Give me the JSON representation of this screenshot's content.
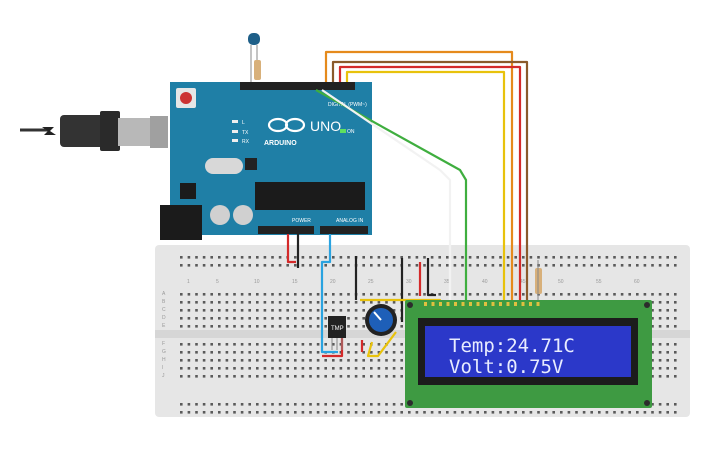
{
  "board": {
    "logo": "ARDUINO",
    "model": "UNO",
    "digital_label": "DIGITAL (PWM~)",
    "power_label": "POWER",
    "analog_label": "ANALOG IN",
    "on_label": "ON",
    "tx_label": "TX",
    "rx_label": "RX",
    "l_label": "L"
  },
  "sensor": {
    "label": "TMP"
  },
  "lcd": {
    "line1": "Temp:24.71C",
    "line2": "Volt:0.75V"
  },
  "breadboard": {
    "column_numbers": [
      "1",
      "5",
      "10",
      "15",
      "20",
      "25",
      "30",
      "35",
      "40",
      "45",
      "50",
      "55",
      "60"
    ],
    "row_letters_top": [
      "A",
      "B",
      "C",
      "D",
      "E"
    ],
    "row_letters_bottom": [
      "F",
      "G",
      "H",
      "I",
      "J"
    ]
  },
  "colors": {
    "board": "#1f7fa6",
    "lcd_frame": "#3e9a42",
    "lcd_screen": "#2b38c9",
    "breadboard": "#e6e6e6",
    "wire_orange": "#e58a1c",
    "wire_red": "#d42a2a",
    "wire_brown": "#8a5a2b",
    "wire_yellow": "#e8c20c",
    "wire_green": "#3fae3f",
    "wire_white": "#f2f2f2",
    "wire_blue": "#2aa3e0",
    "wire_black": "#222222"
  }
}
